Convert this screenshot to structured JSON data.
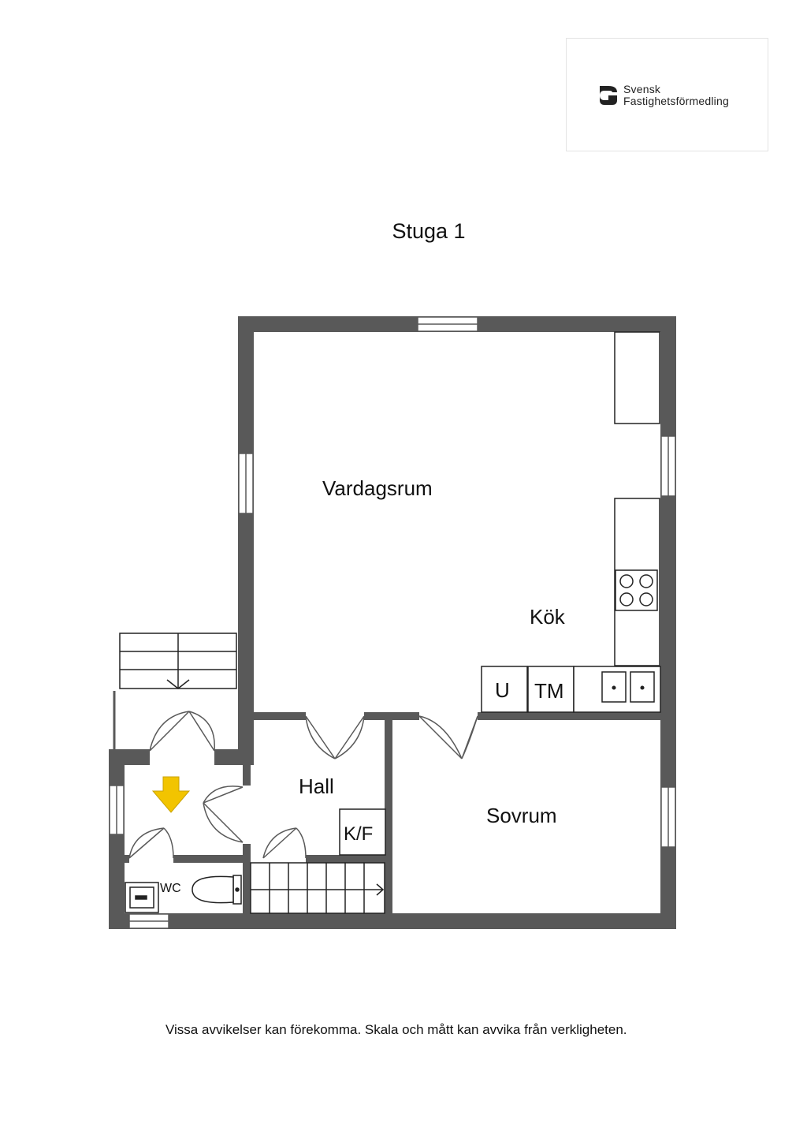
{
  "logo": {
    "line1": "Svensk",
    "line2": "Fastighetsförmedling"
  },
  "title": "Stuga 1",
  "rooms": {
    "vardagsrum": "Vardagsrum",
    "kok": "Kök",
    "hall": "Hall",
    "sovrum": "Sovrum",
    "wc": "WC"
  },
  "appliances": {
    "u": "U",
    "tm": "TM",
    "kf": "K/F"
  },
  "disclaimer": "Vissa avvikelser kan förekomma. Skala och mått kan avvika från verkligheten.",
  "colors": {
    "wall": "#595959",
    "entrance_arrow": "#f2c400"
  },
  "icons": {
    "entrance": "entrance-arrow-icon",
    "logo": "sf-logo-icon"
  }
}
